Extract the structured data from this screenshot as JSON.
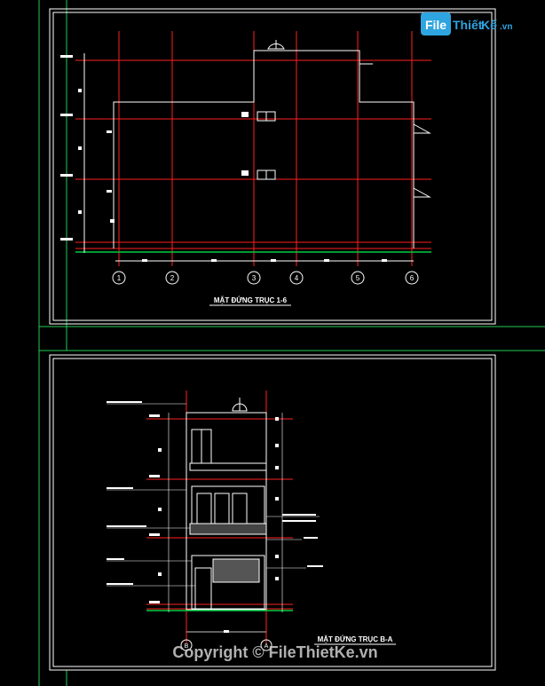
{
  "logo": {
    "brand_file": "File",
    "brand_thiet": "Thiết",
    "brand_ke": "Kế",
    "brand_domain": ".vn"
  },
  "sheet1": {
    "title": "MẶT ĐỨNG TRỤC 1-6",
    "grid_labels": [
      "1",
      "2",
      "3",
      "4",
      "5",
      "6"
    ]
  },
  "sheet2": {
    "title": "MẶT ĐỨNG TRỤC B-A",
    "grid_labels": [
      "B",
      "A"
    ]
  },
  "watermark": "Copyright © FileThietKe.vn",
  "colors": {
    "background": "#000000",
    "grid_line": "#ff2020",
    "frame": "#ffffff",
    "ground": "#00cc44",
    "border_green": "#22cc55"
  }
}
